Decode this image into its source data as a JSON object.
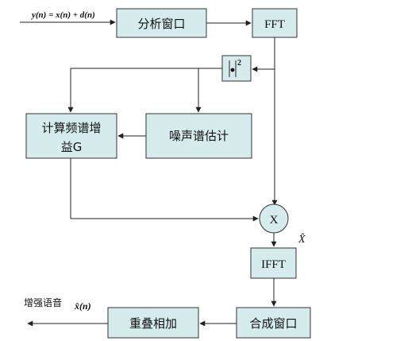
{
  "diagram": {
    "input_label": "y(n) = x(n) + d(n)",
    "blocks": {
      "analysis_window": "分析窗口",
      "fft": "FFT",
      "magnitude_squared": "|•|²",
      "gain": "计算频谱增益G",
      "noise_estimate": "噪声谱估计",
      "multiply": "X",
      "ifft": "IFFT",
      "synthesis_window": "合成窗口",
      "overlap_add": "重叠相加"
    },
    "gain_lines": [
      "计算频谱增",
      "益G"
    ],
    "x_hat": "X̂",
    "output_label": "增强语音",
    "output_symbol": "x̂(n)"
  },
  "colors": {
    "box_fill": "#d6ecec",
    "box_stroke": "#333333",
    "line": "#222222"
  }
}
